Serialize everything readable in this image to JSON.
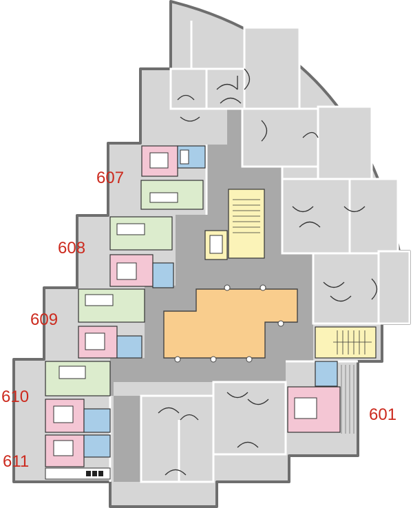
{
  "plan": {
    "unit_labels": {
      "u601": "601",
      "u607": "607",
      "u608": "608",
      "u609": "609",
      "u610": "610",
      "u611": "611"
    },
    "colors": {
      "label": "#cc2a1e",
      "bedroom": "#f4c6d4",
      "living": "#dceccd",
      "bathroom": "#a8cde8",
      "stair": "#fbf3b8",
      "core": "#f9cd8d",
      "corridor": "#a9a9a9",
      "room": "#d6d6d6"
    }
  }
}
